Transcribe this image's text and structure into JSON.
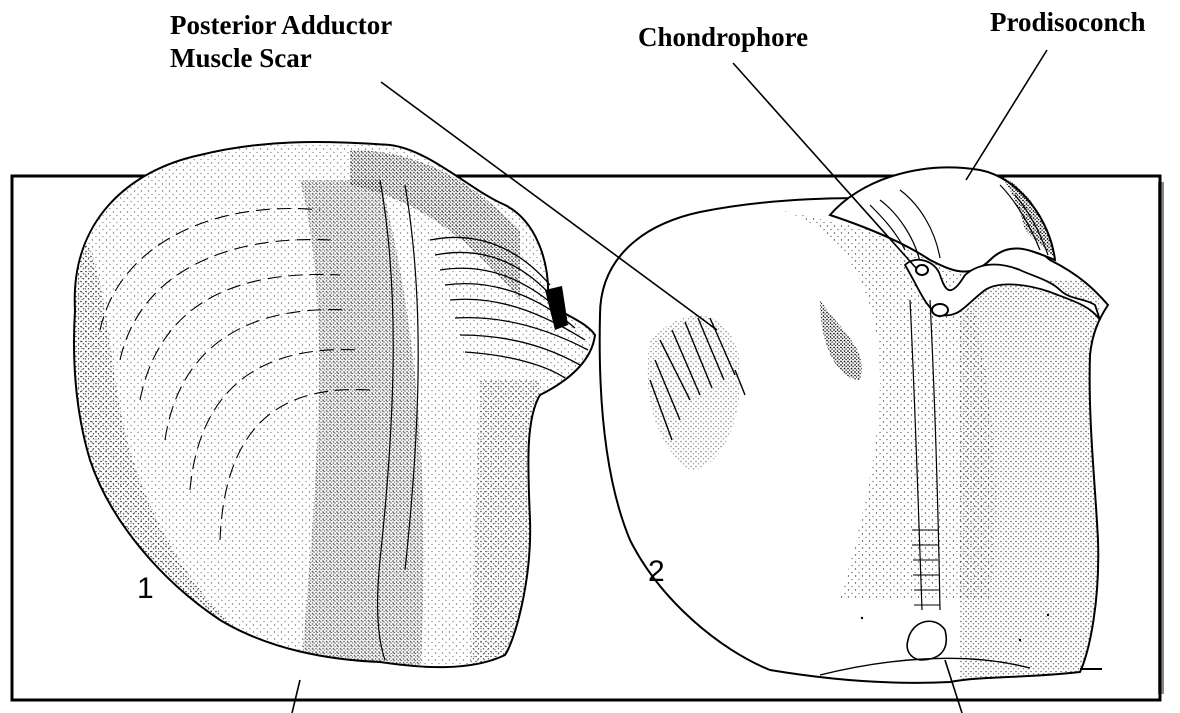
{
  "labels": {
    "posterior_line1": "Posterior Adductor",
    "posterior_line2": "Muscle Scar",
    "chondrophore": "Chondrophore",
    "prodisoconch": "Prodisoconch"
  },
  "figures": {
    "fig1_number": "1",
    "fig2_number": "2"
  },
  "colors": {
    "ink": "#000000",
    "paper": "#ffffff",
    "frame_shadow": "#888888"
  }
}
